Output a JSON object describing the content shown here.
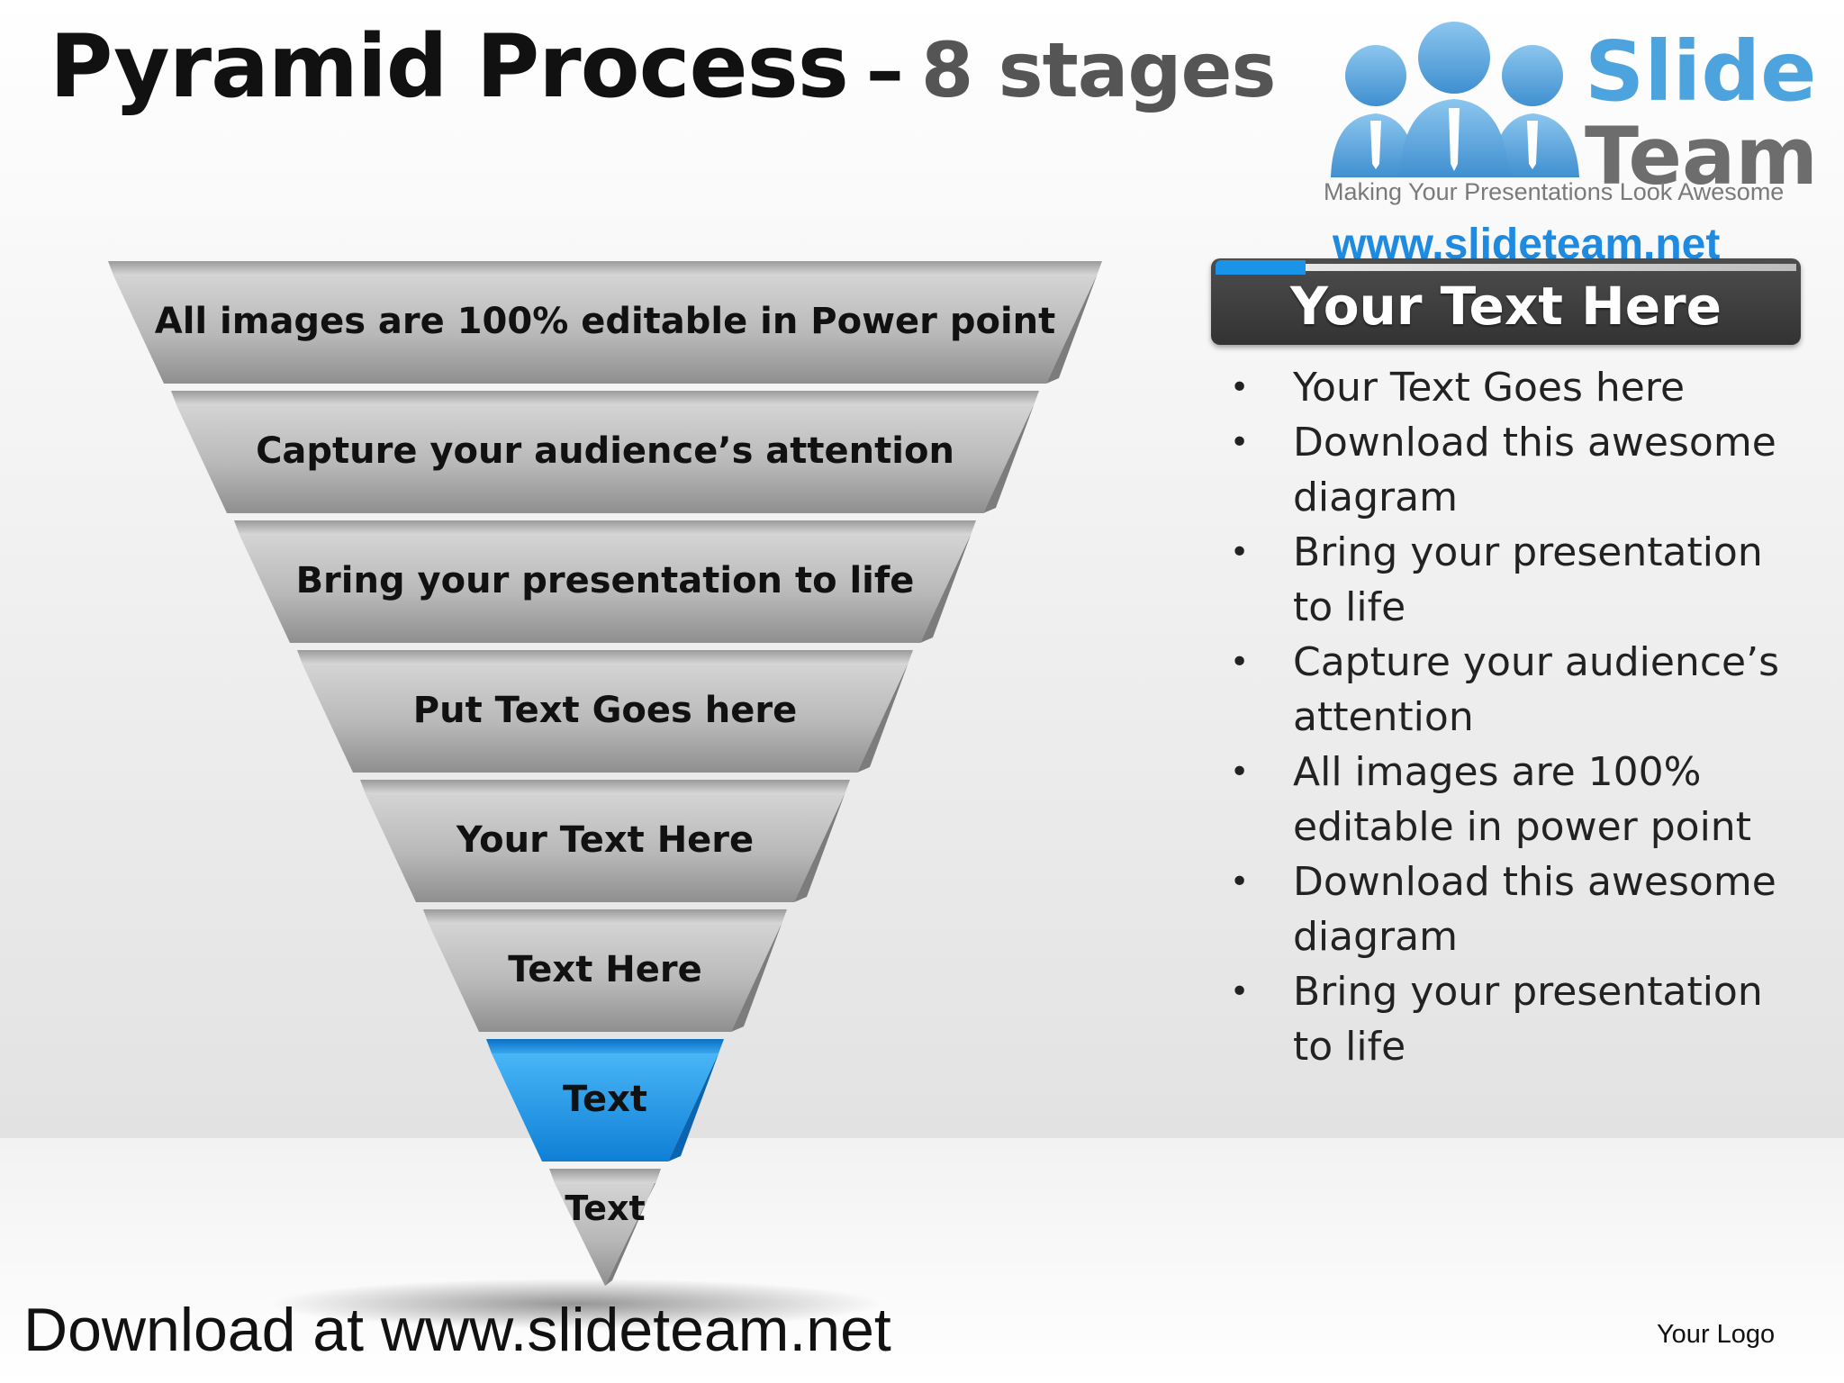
{
  "title": {
    "main": "Pyramid Process",
    "dash": "–",
    "sub": "8 stages"
  },
  "logo": {
    "name_line1": "Slide",
    "name_line2": "Team",
    "tagline": "Making Your Presentations Look Awesome",
    "url": "www.slideteam.net",
    "icon": "people-group-icon"
  },
  "stages": [
    {
      "label": "All images are 100% editable in Power point",
      "highlight": false
    },
    {
      "label": "Capture your audience’s attention",
      "highlight": false
    },
    {
      "label": "Bring your presentation to life",
      "highlight": false
    },
    {
      "label": "Put Text Goes here",
      "highlight": false
    },
    {
      "label": "Your Text Here",
      "highlight": false
    },
    {
      "label": "Text Here",
      "highlight": false
    },
    {
      "label": "Text",
      "highlight": true
    },
    {
      "label": "Text",
      "highlight": false
    }
  ],
  "panel": {
    "heading": "Your Text Here",
    "bullet_symbol": "•",
    "bullets": [
      "Your Text Goes here",
      "Download this awesome diagram",
      "Bring your presentation to life",
      "Capture your audience’s attention",
      "All images are 100% editable in power point",
      "Download this awesome diagram",
      "Bring your presentation to life"
    ]
  },
  "footer": {
    "text": "Download at www.slideteam.net"
  },
  "your_logo": "Your Logo",
  "colors": {
    "stage_gray": "#b5b5b5",
    "stage_highlight": "#1a94e8",
    "url_blue": "#1f8be0",
    "brand_blue": "#4da3de"
  }
}
